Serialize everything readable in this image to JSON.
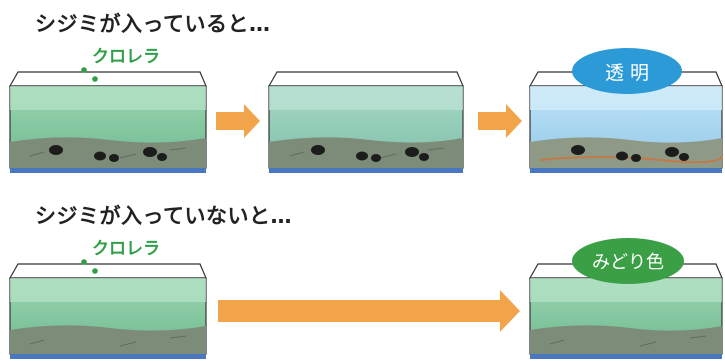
{
  "section_with": {
    "heading": "シジミが入っていると…",
    "algae_label": "クロレラ",
    "result_label": "透 明",
    "result_color": "#2d9ad8"
  },
  "section_without": {
    "heading": "シジミが入っていないと…",
    "algae_label": "クロレラ",
    "result_label": "みどり色",
    "result_color": "#3a9f45"
  },
  "colors": {
    "arrow": "#f2a44a",
    "water_green": "#8fcfaa",
    "water_blue": "#a8d8f0",
    "sand": "#8c9a85",
    "base": "#4a78c0",
    "algae_dot": "#2f9e46"
  }
}
